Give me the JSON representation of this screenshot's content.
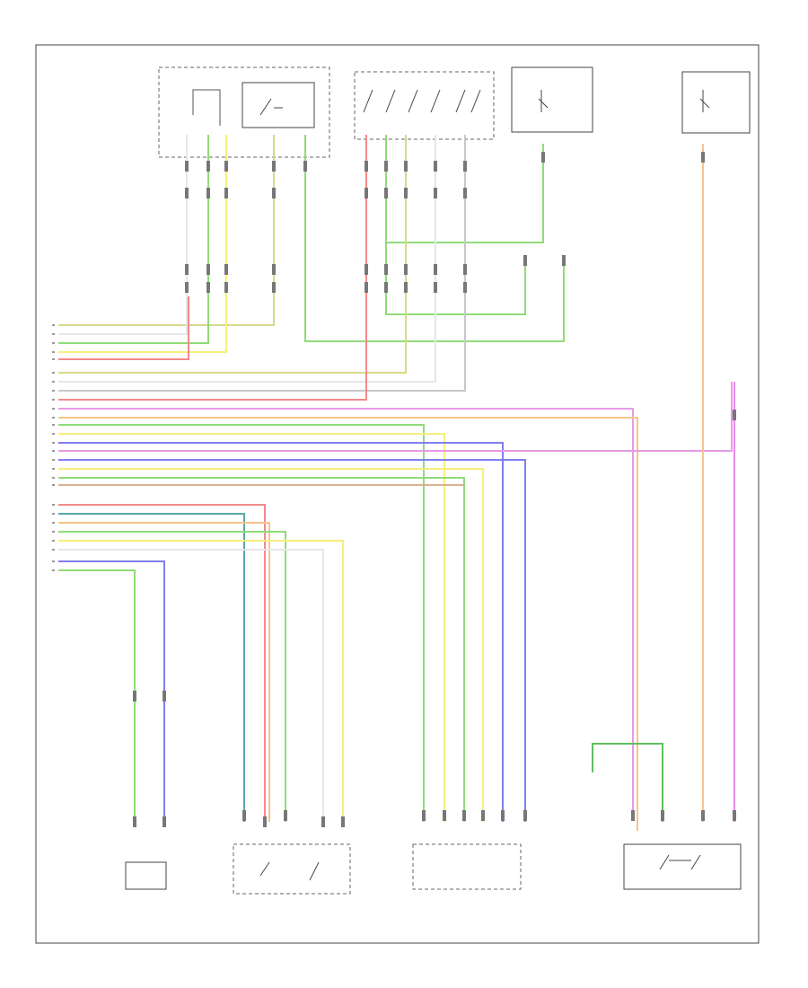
{
  "diagram": {
    "footer_code": "",
    "components": [
      {
        "id": "C1",
        "label": ""
      },
      {
        "id": "C2",
        "label": ""
      },
      {
        "id": "C3",
        "label": ""
      },
      {
        "id": "C4",
        "label": ""
      },
      {
        "id": "C5",
        "label": ""
      },
      {
        "id": "C6",
        "label": ""
      },
      {
        "id": "C7",
        "label": ""
      },
      {
        "id": "C8",
        "label": ""
      }
    ],
    "wire_colors": {
      "white": "#e6e6e6",
      "green": "#8fdc7a",
      "yellow": "#f5ef7c",
      "red": "#f28a8a",
      "olive": "#d9d98a",
      "grey": "#c8c8c8",
      "violet": "#e79be7",
      "magenta": "#ec88ec",
      "orange": "#f6c48d",
      "blue": "#7f7ff0",
      "teal": "#5aa8a8",
      "brown": "#d9b092",
      "dkgreen": "#5fbf5f"
    }
  }
}
